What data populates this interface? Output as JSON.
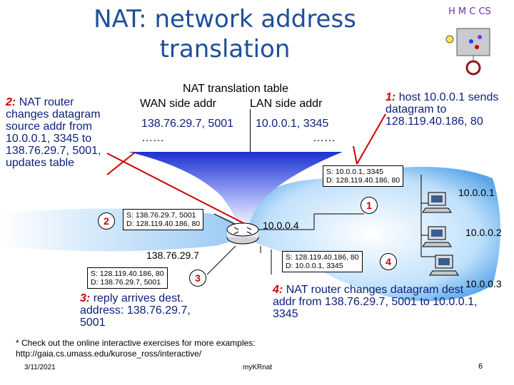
{
  "title": "NAT: network address translation",
  "nat_table": {
    "title": "NAT translation table",
    "wan_header": "WAN side addr",
    "lan_header": "LAN side addr",
    "row_wan": "138.76.29.7, 5001",
    "row_lan": "10.0.0.1, 3345",
    "ellipsis_left": "……",
    "ellipsis_right": "……"
  },
  "annotations": {
    "step2_num": "2:",
    "step2_text": "NAT router changes datagram source addr from 10.0.0.1, 3345 to 138.76.29.7, 5001, updates table",
    "step1_num": "1:",
    "step1_text": "host 10.0.0.1 sends datagram to 128.119.40.186, 80",
    "step3_num": "3:",
    "step3_text": "reply arrives dest. address: 138.76.29.7, 5001",
    "step4_num": "4:",
    "step4_text": "NAT router changes datagram dest addr from 138.76.29.7, 5001 to 10.0.0.1, 3345"
  },
  "packets": {
    "p1_src": "S: 10.0.0.1, 3345",
    "p1_dst": "D: 128.119.40.186, 80",
    "p2_src": "S: 138.76.29.7, 5001",
    "p2_dst": "D: 128.119.40.186, 80",
    "p3_src": "S: 128.119.40.186, 80",
    "p3_dst": "D: 138.76.29.7, 5001",
    "p4_src": "S: 128.119.40.186, 80",
    "p4_dst": "D: 10.0.0.1, 3345"
  },
  "addresses": {
    "router_lan": "10.0.0.4",
    "router_wan": "138.76.29.7",
    "host1": "10.0.0.1",
    "host2": "10.0.0.2",
    "host3": "10.0.0.3"
  },
  "badges": {
    "b1": "1",
    "b2": "2",
    "b3": "3",
    "b4": "4"
  },
  "footnote": "* Check out the online interactive exercises for more examples: http://gaia.cs.umass.edu/kurose_ross/interactive/",
  "footer": {
    "date": "3/11/2021",
    "mid": "myKRnat",
    "page": "6"
  },
  "colors": {
    "title": "#1f4e9a",
    "annotation": "#0a1f7a",
    "step_number": "#cc0000",
    "network_blue": "#4a9ce0",
    "funnel": "#2a3fd0"
  },
  "icons": [
    "router-icon",
    "computer-icon",
    "mascot-icon"
  ]
}
